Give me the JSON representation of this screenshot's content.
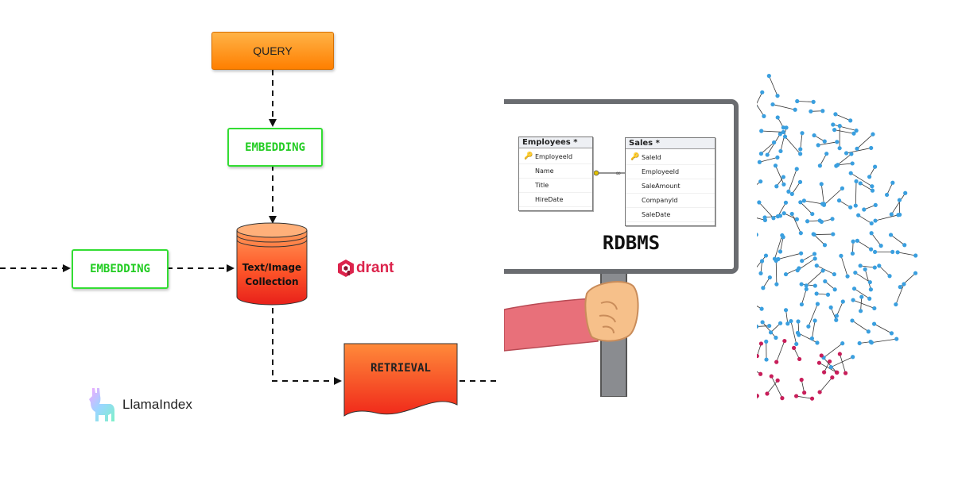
{
  "flowchart": {
    "query_label": "QUERY",
    "embedding_top_label": "EMBEDDING",
    "embedding_left_label": "EMBEDDING",
    "collection_label_line1": "Text/Image",
    "collection_label_line2": "Collection",
    "retrieval_label": "RETRIEVAL",
    "qdrant_text": "drant",
    "llamaindex_text": "LlamaIndex"
  },
  "rdbms": {
    "label": "RDBMS",
    "employees": {
      "title": "Employees *",
      "columns": [
        "EmployeeId",
        "Name",
        "Title",
        "HireDate"
      ],
      "key_column": "EmployeeId"
    },
    "sales": {
      "title": "Sales *",
      "columns": [
        "SaleId",
        "EmployeeId",
        "SaleAmount",
        "CompanyId",
        "SaleDate"
      ],
      "key_column": "SaleId"
    }
  },
  "colors": {
    "query_orange": "#ff8c1a",
    "embedding_green": "#33dd33",
    "collection_red": "#f03a1e",
    "qdrant_red": "#dc244c",
    "node_blue": "#3a9fdf",
    "node_red": "#c81e5a"
  }
}
